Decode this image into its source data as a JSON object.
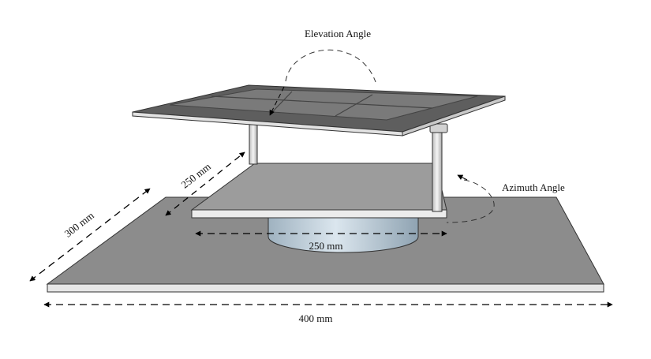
{
  "labels": {
    "elevation": "Elevation Angle",
    "azimuth": "Azimuth Angle",
    "base_width": "400 mm",
    "base_depth": "300 mm",
    "platform_depth": "250 mm",
    "platform_width": "250 mm"
  },
  "colors": {
    "base_top": "#8c8c8c",
    "panel": "#6e6e6e",
    "cylinder": "#c4d2dc",
    "dash": "#333333"
  }
}
